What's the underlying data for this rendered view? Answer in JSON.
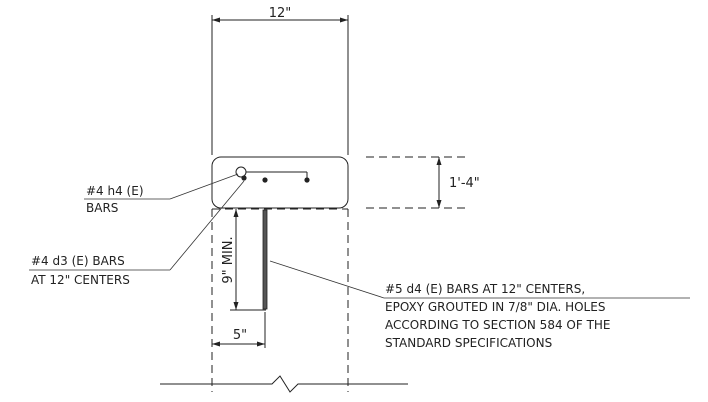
{
  "dimensions": {
    "width": "12\"",
    "height": "1'-4\"",
    "embed": "9\" MIN.",
    "offset": "5\""
  },
  "callouts": {
    "h4": {
      "line1": "#4 h4 (E)",
      "line2": "BARS"
    },
    "d3": {
      "line1": "#4 d3 (E) BARS",
      "line2": "AT 12\" CENTERS"
    },
    "d4": [
      "#5 d4 (E) BARS AT 12\" CENTERS,",
      "EPOXY GROUTED IN 7/8\" DIA. HOLES",
      "ACCORDING TO SECTION 584 OF THE",
      "STANDARD SPECIFICATIONS"
    ]
  },
  "colors": {
    "line": "#222222",
    "rebar": "#555555",
    "background": "#ffffff"
  }
}
